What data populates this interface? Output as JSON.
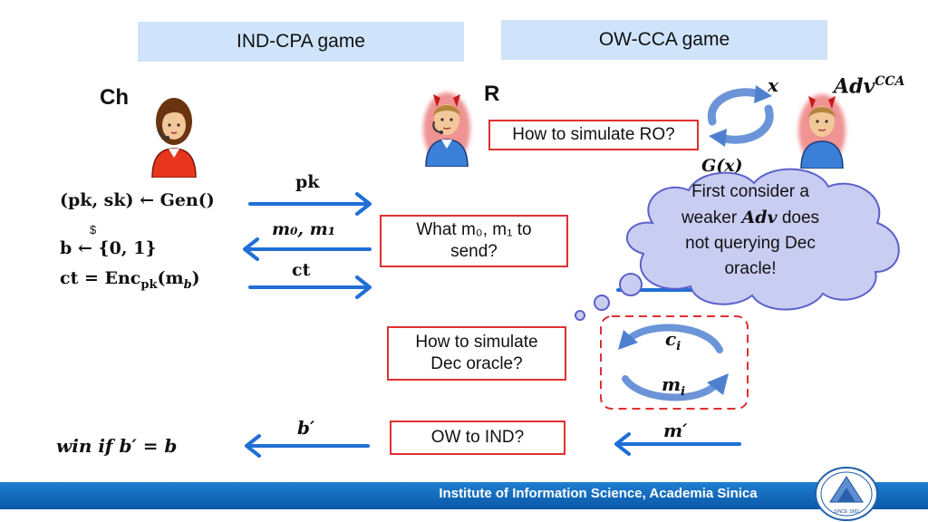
{
  "headers": {
    "ind_cpa": "IND-CPA game",
    "ow_cca": "OW-CCA game"
  },
  "labels": {
    "ch": "Ch",
    "r": "R",
    "x": "x",
    "adv_base": "Adv",
    "adv_sup": "CCA",
    "g_of_x": "G(x)",
    "ci_base": "c",
    "ci_sub": "i",
    "mi_base": "m",
    "mi_sub": "i",
    "m_prime": "m′"
  },
  "left_column": {
    "line1": "(pk, sk) ← Gen()",
    "line2_dollar": "$",
    "line2": "b ← {0, 1}",
    "line3": "ct = Enc",
    "line3_sub": "pk",
    "line3_tail": "(m",
    "line3_tail_sub": "b",
    "line3_end": ")",
    "win": "win if b′ = b"
  },
  "arrow_labels": {
    "pk": "pk",
    "m0m1": "m₀, m₁",
    "ct": "ct",
    "b_prime": "b′"
  },
  "question_boxes": {
    "ro": "How to simulate RO?",
    "m0m1_line1": "What m₀, m₁ to",
    "m0m1_line2": "send?",
    "dec_line1": "How to simulate",
    "dec_line2": "Dec oracle?",
    "ow_ind": "OW to IND?"
  },
  "cloud": {
    "line1": "First consider a",
    "line2_pre": "weaker ",
    "line2_adv": "Adv",
    "line2_post": " does",
    "line3": "not querying Dec",
    "line4": "oracle!"
  },
  "footer": {
    "text": "Institute of Information Science, Academia Sinica",
    "logo_caption": "SINCE 1982"
  },
  "colors": {
    "arrow": "#1f6fd6",
    "box_border": "#e03030",
    "header_bg": "#cfe4fb",
    "cloud_fill": "#c9cdf2",
    "cloud_stroke": "#5b61c9",
    "footer": "#1f7fd0"
  }
}
